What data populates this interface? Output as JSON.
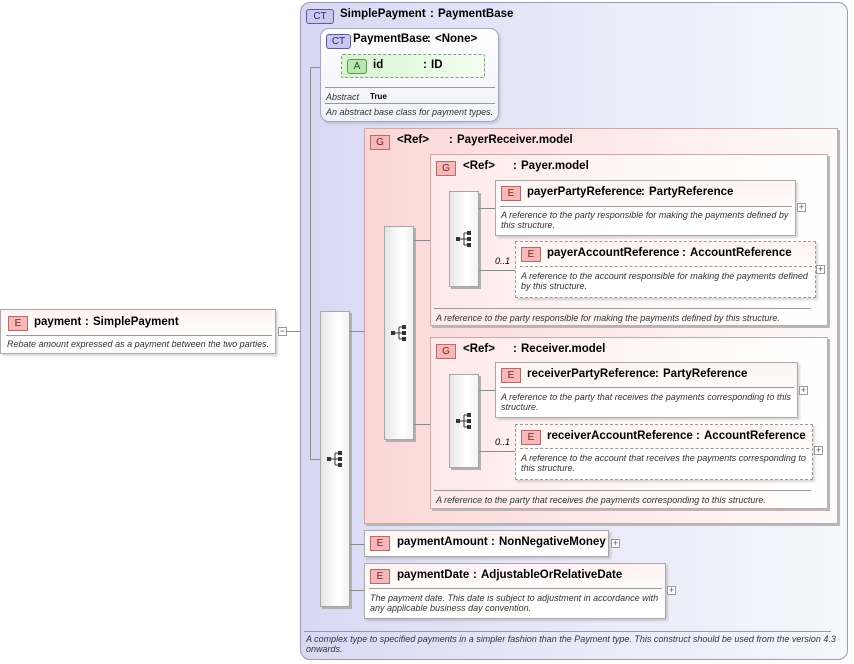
{
  "payment": {
    "badge": "E",
    "name": "payment",
    "sep": ":",
    "type": "SimplePayment",
    "description": "Rebate amount expressed as a payment between the two parties.",
    "toggle": "−"
  },
  "simple_payment": {
    "badge": "CT",
    "name": "SimplePayment",
    "sep": ":",
    "base": "PaymentBase",
    "description": "A complex type to specified payments in a simpler fashion than the Payment type. This construct should be used from the version 4.3 onwards."
  },
  "payment_base": {
    "badge": "CT",
    "name": "PaymentBase",
    "sep": ":",
    "base": "<None>",
    "attribute": {
      "badge": "A",
      "name": "id",
      "sep": ":",
      "type": "ID"
    },
    "abstract_label": "Abstract",
    "abstract_value": "True",
    "description": "An abstract base class for payment types."
  },
  "payer_receiver_group": {
    "badge": "G",
    "ref": "<Ref>",
    "sep": ":",
    "name": "PayerReceiver.model"
  },
  "payer_group": {
    "badge": "G",
    "ref": "<Ref>",
    "sep": ":",
    "name": "Payer.model",
    "description": "A reference to the party responsible for making the payments defined by this structure.",
    "elements": [
      {
        "badge": "E",
        "name": "payerPartyReference",
        "sep": ":",
        "type": "PartyReference",
        "description": "A reference to the party responsible for making the payments defined by this structure."
      },
      {
        "badge": "E",
        "name": "payerAccountReference",
        "sep": ":",
        "type": "AccountReference",
        "cardinality": "0..1",
        "description": "A reference to the account responsible for making the payments defined by this structure."
      }
    ]
  },
  "receiver_group": {
    "badge": "G",
    "ref": "<Ref>",
    "sep": ":",
    "name": "Receiver.model",
    "description": "A reference to the party that receives the payments corresponding to this structure.",
    "elements": [
      {
        "badge": "E",
        "name": "receiverPartyReference",
        "sep": ":",
        "type": "PartyReference",
        "description": "A reference to the party that receives the payments corresponding to this structure."
      },
      {
        "badge": "E",
        "name": "receiverAccountReference",
        "sep": ":",
        "type": "AccountReference",
        "cardinality": "0..1",
        "description": "A reference to the account that receives the payments corresponding to this structure."
      }
    ]
  },
  "payment_amount": {
    "badge": "E",
    "name": "paymentAmount",
    "sep": ":",
    "type": "NonNegativeMoney"
  },
  "payment_date": {
    "badge": "E",
    "name": "paymentDate",
    "sep": ":",
    "type": "AdjustableOrRelativeDate",
    "description": "The payment date. This date is subject to adjustment in accordance with any applicable business day convention."
  },
  "expand_symbol": "+"
}
